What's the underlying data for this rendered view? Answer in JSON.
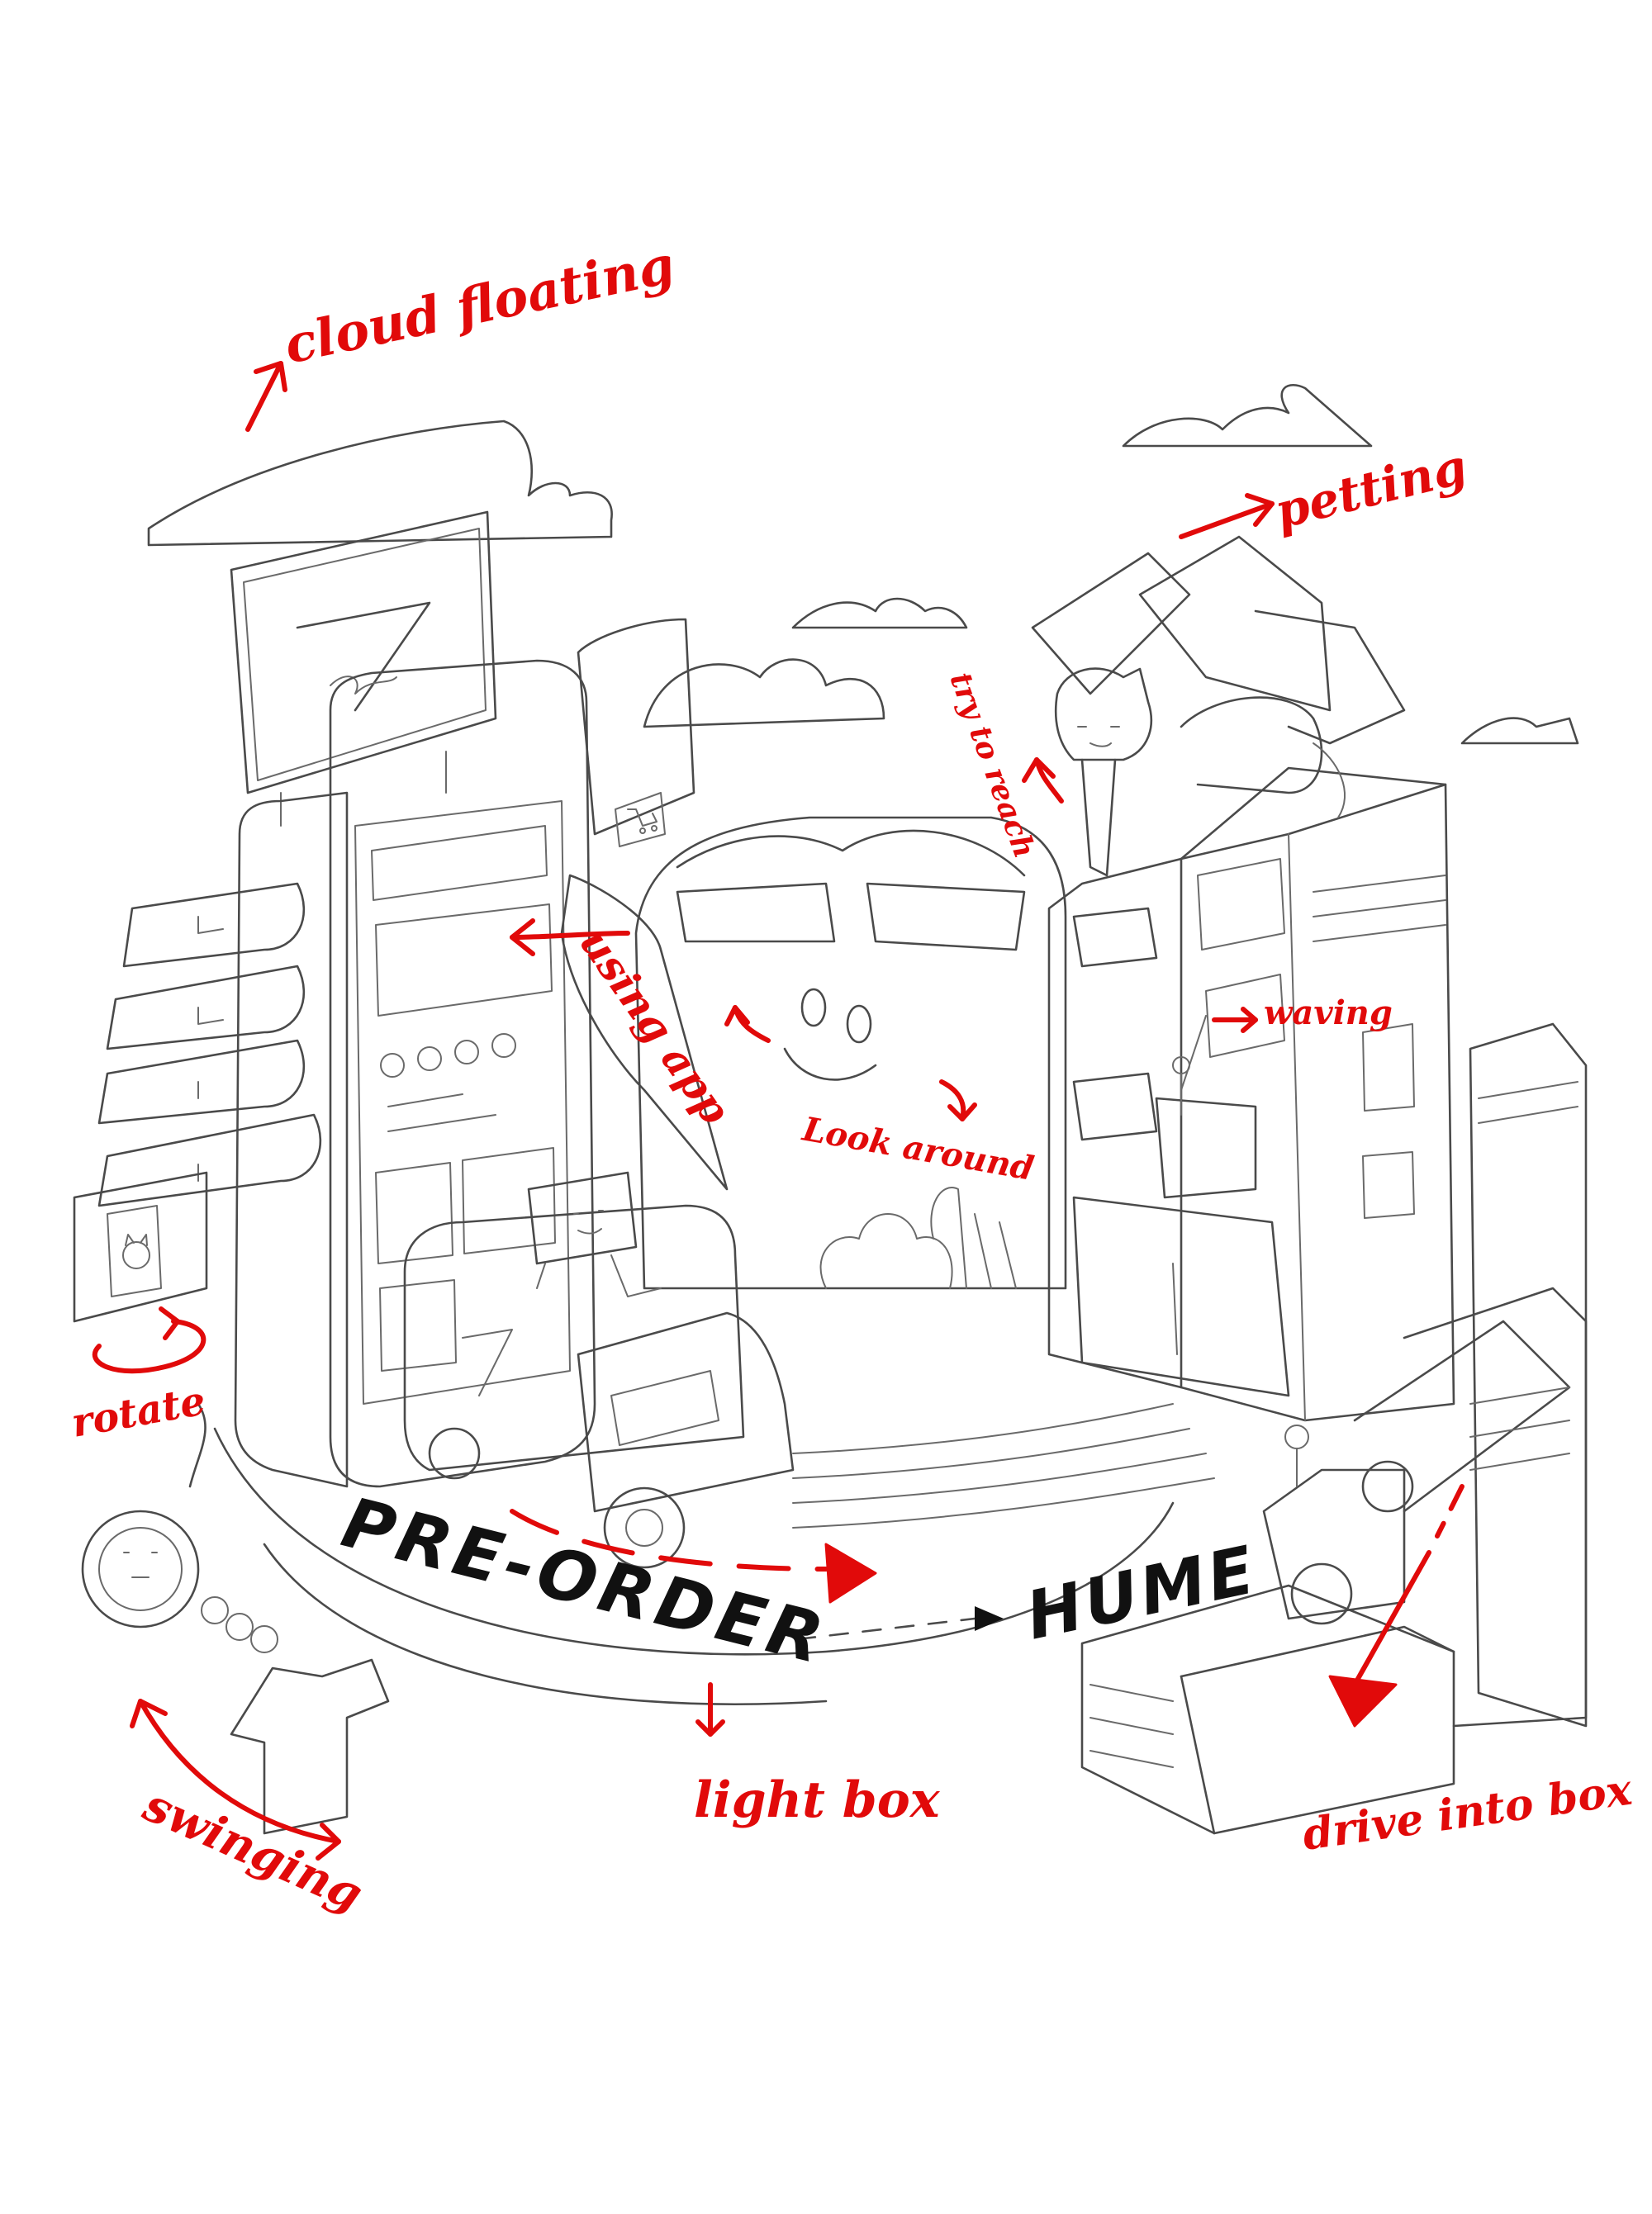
{
  "annotations": {
    "cloud_floating": "cloud floating",
    "petting": "petting",
    "try_to_reach": "try to reach",
    "using_app": "using app",
    "look_around": "Look around",
    "waving": "waving",
    "rotate": "rotate",
    "swinging": "swinging",
    "light_box": "light box",
    "drive_into_box": "drive into box"
  },
  "banner": {
    "preorder": "PRE-ORDER",
    "home": "HUME"
  },
  "colors": {
    "annotation": "#e10a0a",
    "sketch": "#4a4a4a",
    "banner_text": "#111111"
  },
  "icons": [
    "cat-icon",
    "shopping-cart-icon",
    "brand-logo-7",
    "arrow-icon"
  ]
}
